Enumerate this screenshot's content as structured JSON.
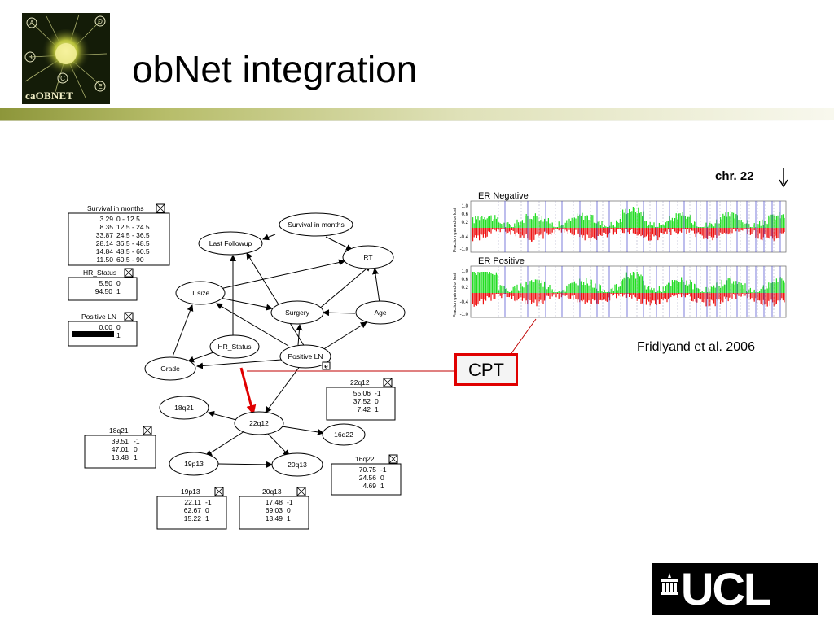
{
  "slide": {
    "title": "obNet integration",
    "logo_text": "caOBNET",
    "logo_letters": [
      "A",
      "B",
      "C",
      "D",
      "E"
    ],
    "chr_label": "chr. 22",
    "citation": "Fridlyand et al. 2006",
    "cpt_label": "CPT",
    "ucl_logo_text": "UCL"
  },
  "network": {
    "nodes": [
      {
        "label": "Survival in months"
      },
      {
        "label": "Last Followup"
      },
      {
        "label": "RT"
      },
      {
        "label": "T size"
      },
      {
        "label": "Surgery"
      },
      {
        "label": "Age"
      },
      {
        "label": "HR_Status"
      },
      {
        "label": "Positive LN"
      },
      {
        "label": "Grade"
      },
      {
        "label": "18q21"
      },
      {
        "label": "22q12"
      },
      {
        "label": "16q22"
      },
      {
        "label": "19p13"
      },
      {
        "label": "20q13"
      }
    ],
    "evidence_marker": "e",
    "tables": [
      {
        "title": "Survival in months",
        "rows": [
          [
            "3.29",
            "0 - 12.5"
          ],
          [
            "8.35",
            "12.5 - 24.5"
          ],
          [
            "33.87",
            "24.5 - 36.5"
          ],
          [
            "28.14",
            "36.5 - 48.5"
          ],
          [
            "14.84",
            "48.5 - 60.5"
          ],
          [
            "11.50",
            "60.5 - 90"
          ]
        ]
      },
      {
        "title": "HR_Status",
        "rows": [
          [
            "5.50",
            "0"
          ],
          [
            "94.50",
            "1"
          ]
        ]
      },
      {
        "title": "Positive LN",
        "rows": [
          [
            "0.00",
            "0"
          ],
          [
            "",
            "1"
          ]
        ]
      },
      {
        "title": "22q12",
        "rows": [
          [
            "55.06",
            "-1"
          ],
          [
            "37.52",
            "0"
          ],
          [
            "7.42",
            "1"
          ]
        ]
      },
      {
        "title": "18q21",
        "rows": [
          [
            "39.51",
            "-1"
          ],
          [
            "47.01",
            "0"
          ],
          [
            "13.48",
            "1"
          ]
        ]
      },
      {
        "title": "16q22",
        "rows": [
          [
            "70.75",
            "-1"
          ],
          [
            "24.56",
            "0"
          ],
          [
            "4.69",
            "1"
          ]
        ]
      },
      {
        "title": "19p13",
        "rows": [
          [
            "22.11",
            "-1"
          ],
          [
            "62.67",
            "0"
          ],
          [
            "15.22",
            "1"
          ]
        ]
      },
      {
        "title": "20q13",
        "rows": [
          [
            "17.48",
            "-1"
          ],
          [
            "69.03",
            "0"
          ],
          [
            "13.49",
            "1"
          ]
        ]
      }
    ]
  },
  "copy_number_plots": {
    "panels": [
      {
        "title": "ER Negative",
        "ylabel": "Fraction gained or lost",
        "yticks": [
          "1.0",
          "0.6",
          "0.2",
          "-0.4",
          "-1.0"
        ]
      },
      {
        "title": "ER Positive",
        "ylabel": "Fraction gained or lost",
        "yticks": [
          "1.0",
          "0.6",
          "0.2",
          "-0.4",
          "-1.0"
        ]
      }
    ],
    "colors": {
      "gain": "#22dd22",
      "loss": "#ee1111",
      "chromosome_line": "#4444cc"
    }
  }
}
